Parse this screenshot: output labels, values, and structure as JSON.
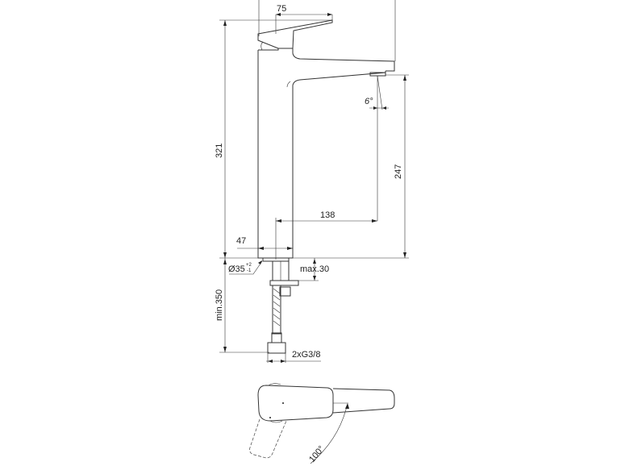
{
  "drawing": {
    "dimensions": {
      "handle_reach": "75",
      "total_height": "321",
      "spout_height": "247",
      "spout_projection": "138",
      "base_offset": "47",
      "spray_angle": "6°",
      "hole_diameter": "Ø35",
      "hole_tolerance_plus": "+2",
      "hole_tolerance_minus": "-1",
      "max_deck_thickness": "max.30",
      "min_hose_length": "min.350",
      "connection": "2xG3/8",
      "handle_rotation": "100°"
    }
  }
}
